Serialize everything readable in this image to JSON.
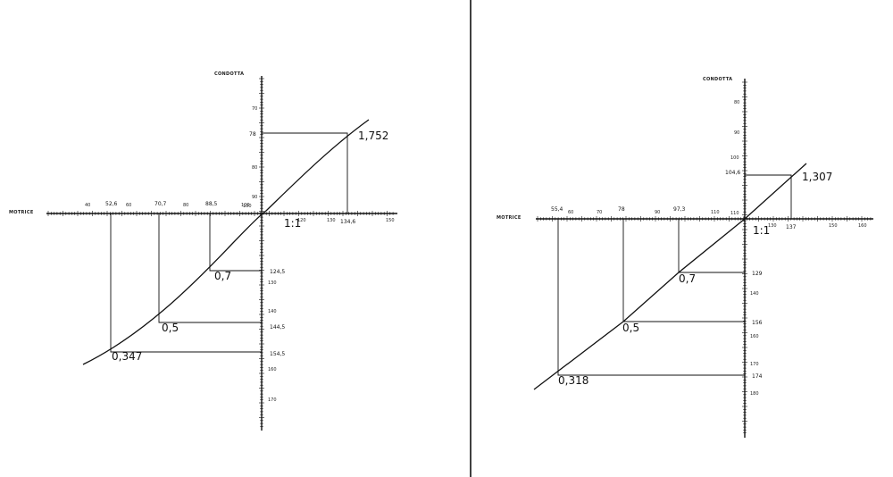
{
  "panels": [
    {
      "id": "left",
      "x_axis_title": "MOTRICE",
      "y_axis_title": "CONDOTTA",
      "origin_label": "1:1",
      "neg_x_labels": [
        "52,6",
        "70,7",
        "88,5"
      ],
      "neg_x_minor": [
        "40",
        "60",
        "80",
        "100"
      ],
      "pos_x_labels": [
        "134,6"
      ],
      "pos_x_minor": [
        "120",
        "130",
        "150"
      ],
      "pos_y_labels": [
        "78"
      ],
      "pos_y_minor": [
        "70",
        "80",
        "90",
        "100"
      ],
      "neg_y_labels": [
        "124,5",
        "144,5",
        "154,5"
      ],
      "neg_y_minor": [
        "130",
        "140",
        "160",
        "170"
      ],
      "ratios": [
        "0,347",
        "0,5",
        "0,7",
        "1,752"
      ]
    },
    {
      "id": "right",
      "x_axis_title": "MOTRICE",
      "y_axis_title": "CONDOTTA",
      "origin_label": "1:1",
      "neg_x_labels": [
        "55,4",
        "78",
        "97,3"
      ],
      "neg_x_minor": [
        "60",
        "70",
        "90",
        "110"
      ],
      "pos_x_labels": [
        "137"
      ],
      "pos_x_minor": [
        "130",
        "150",
        "160"
      ],
      "pos_y_labels": [
        "104,6"
      ],
      "pos_y_minor": [
        "80",
        "90",
        "100",
        "110"
      ],
      "neg_y_labels": [
        "129",
        "156",
        "174"
      ],
      "neg_y_minor": [
        "140",
        "160",
        "170",
        "180"
      ],
      "ratios": [
        "0,318",
        "0,5",
        "0,7",
        "1,307"
      ]
    }
  ]
}
